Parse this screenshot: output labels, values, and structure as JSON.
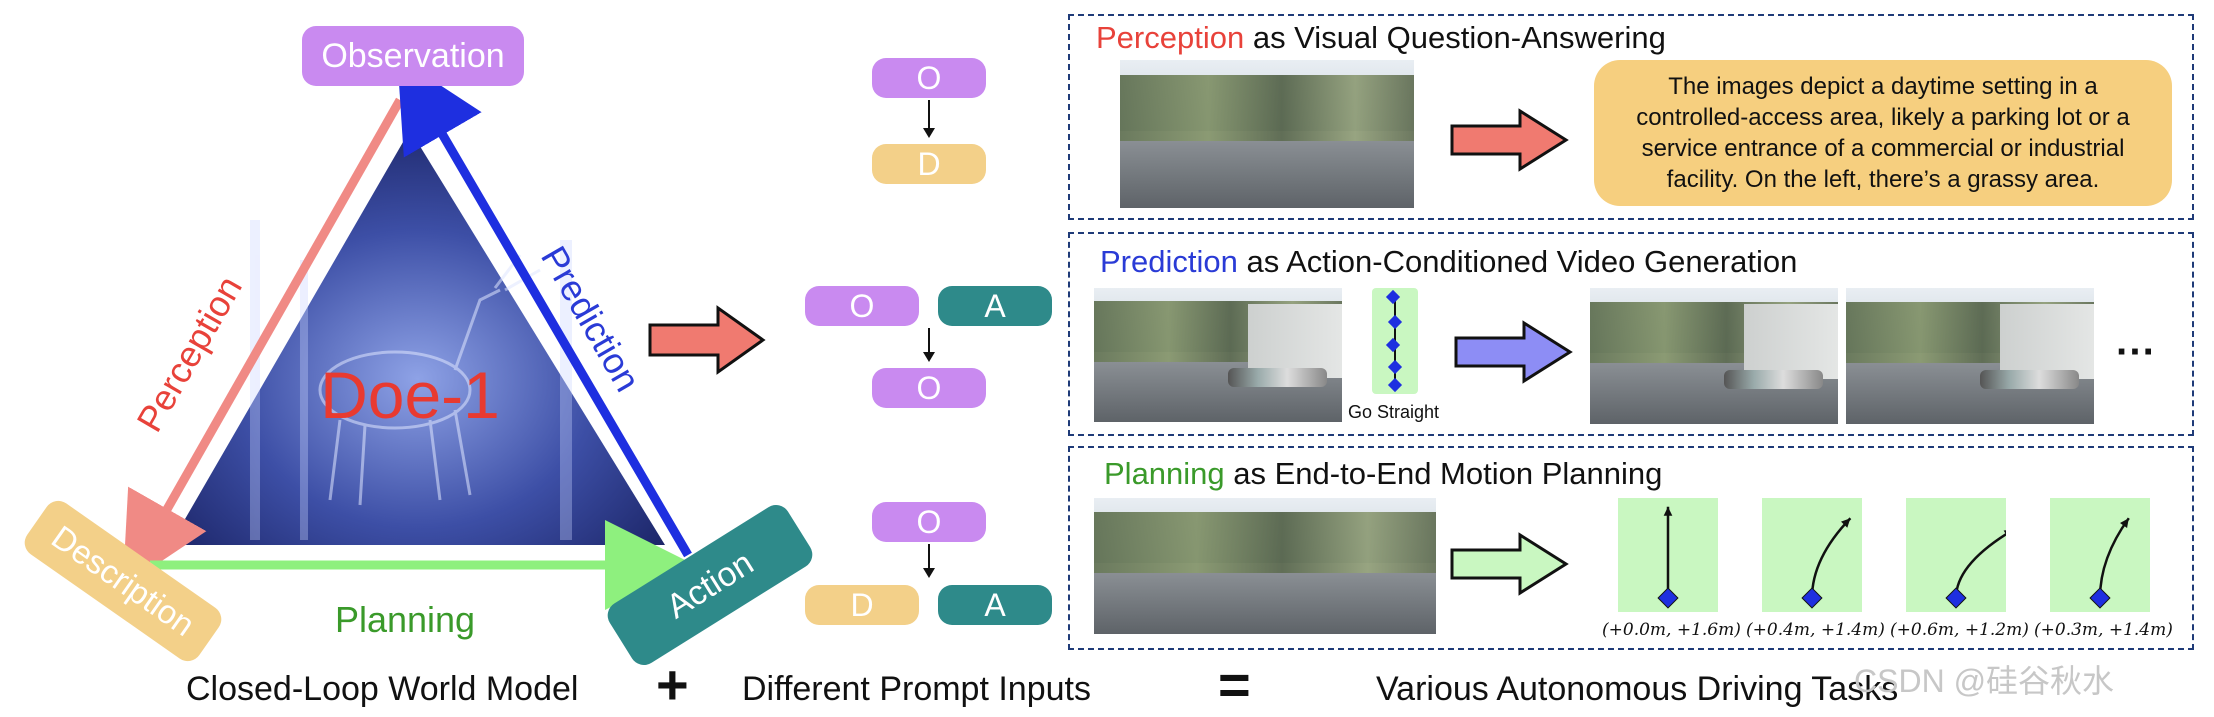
{
  "cycle": {
    "observation": "Observation",
    "description": "Description",
    "action": "Action",
    "perception": "Perception",
    "prediction": "Prediction",
    "planning": "Planning",
    "center": "Doe-1"
  },
  "prompts": {
    "o": "O",
    "d": "D",
    "a": "A"
  },
  "panels": {
    "perception": {
      "title_key": "Perception",
      "title_rest": " as Visual Question-Answering",
      "answer": "The images depict a daytime setting in a controlled-access area, likely a parking lot or a service entrance of a commercial or industrial facility. On the left, there’s a grassy area."
    },
    "prediction": {
      "title_key": "Prediction",
      "title_rest": " as Action-Conditioned Video Generation",
      "action_label": "Go Straight",
      "ellipsis": "···"
    },
    "planning": {
      "title_key": "Planning",
      "title_rest": " as End-to-End Motion Planning",
      "trajectories": [
        {
          "label": "(+0.0m, +1.6m)",
          "dx": 0.0,
          "dy": 1.6
        },
        {
          "label": "(+0.4m, +1.4m)",
          "dx": 0.4,
          "dy": 1.4
        },
        {
          "label": "(+0.6m, +1.2m)",
          "dx": 0.6,
          "dy": 1.2
        },
        {
          "label": "(+0.3m, +1.4m)",
          "dx": 0.3,
          "dy": 1.4
        }
      ]
    }
  },
  "bottom": {
    "left": "Closed-Loop World Model",
    "plus": "+",
    "middle": "Different Prompt Inputs",
    "equals": "=",
    "right": "Various Autonomous Driving Tasks"
  },
  "watermark": "CSDN @硅谷秋水",
  "colors": {
    "perception": "#e8423a",
    "prediction": "#2a3bd6",
    "planning": "#3a9a2a",
    "observation": "#c98af0",
    "description": "#f3d089",
    "action": "#2e8a8a"
  }
}
